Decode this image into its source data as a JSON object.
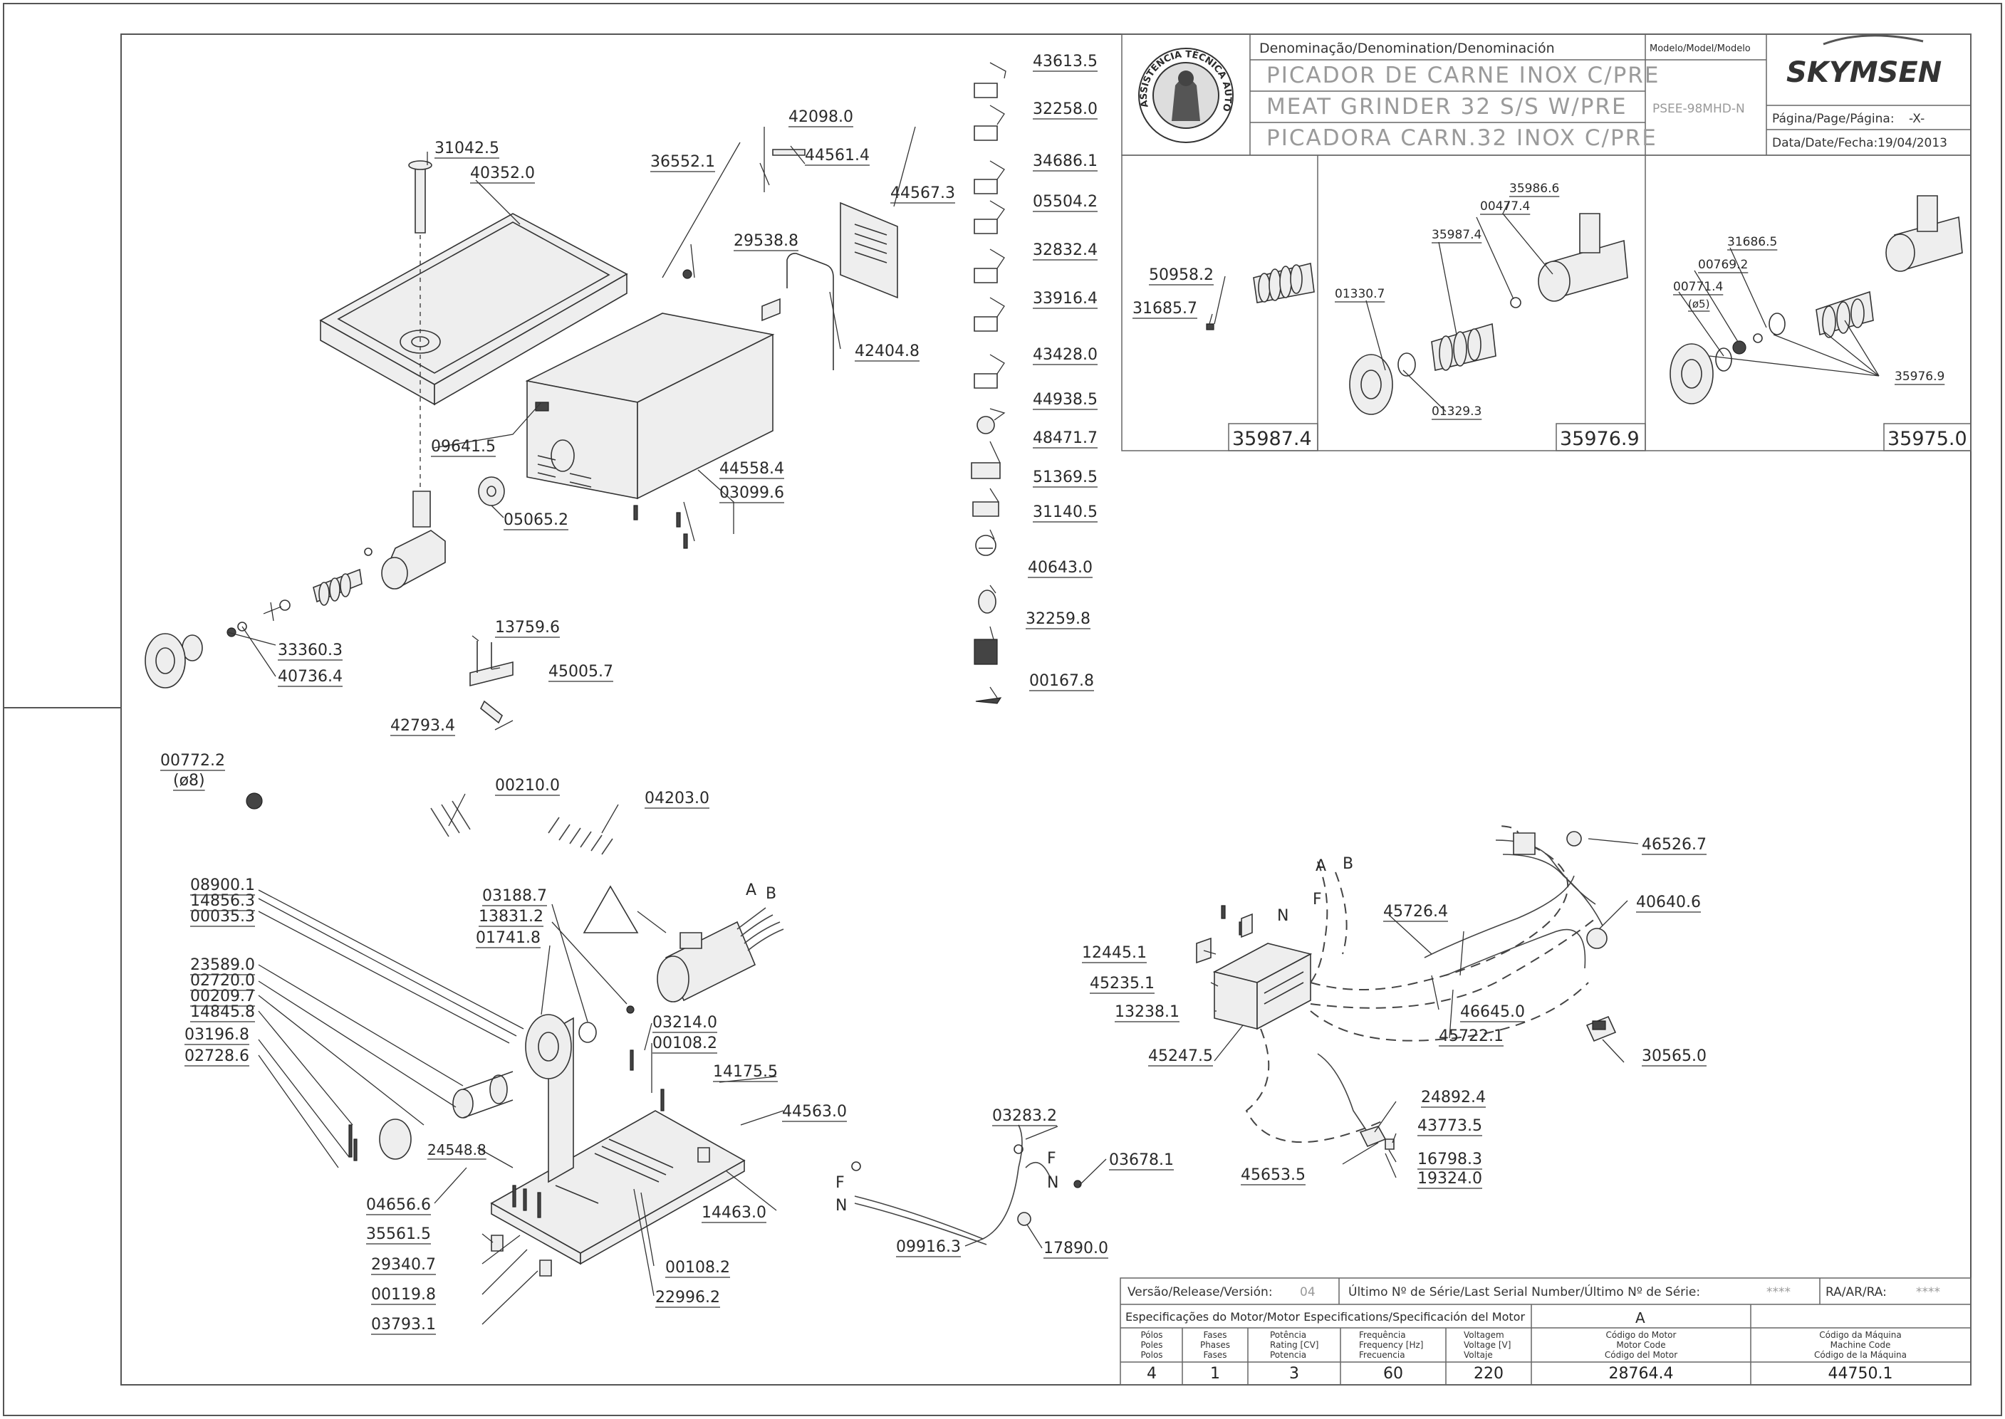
{
  "title_block": {
    "denomination_header": "Denominação/Denomination/Denominación",
    "name_pt": "PICADOR DE CARNE INOX C/PRE",
    "name_en": "MEAT GRINDER 32 S/S W/PRE",
    "name_es": "PICADORA CARN.32 INOX C/PRE",
    "model_header": "Modelo/Model/Modelo",
    "model_value": "PSEE-98MHD-N",
    "brand": "SKYMSEN",
    "page_label": "Página/Page/Página:",
    "page_value": "-X-",
    "date_label": "Data/Date/Fecha:",
    "date_value": "19/04/2013",
    "seal_text": "ASSISTÊNCIA TÉCNICA AUTORIZADA"
  },
  "variants": [
    {
      "code": "35987.4",
      "parts": [
        "50958.2",
        "31685.7"
      ]
    },
    {
      "code": "35976.9",
      "parts": [
        "35986.6",
        "00477.4",
        "35987.4",
        "01330.7",
        "01329.3"
      ]
    },
    {
      "code": "35975.0",
      "parts": [
        "31686.5",
        "00769.2",
        "00771.4",
        "(ø5)",
        "35976.9"
      ]
    }
  ],
  "parts": {
    "top_assembly": [
      "31042.5",
      "40352.0",
      "36552.1",
      "42098.0",
      "44561.4",
      "44567.3",
      "29538.8",
      "42404.8",
      "09641.5",
      "05065.2",
      "44558.4",
      "03099.6",
      "33360.3",
      "40736.4",
      "13759.6",
      "45005.7",
      "42793.4"
    ],
    "loose": [
      "00772.2",
      "(ø8)",
      "00210.0",
      "04203.0"
    ],
    "labels_column": [
      "43613.5",
      "32258.0",
      "34686.1",
      "05504.2",
      "32832.4",
      "33916.4",
      "43428.0",
      "44938.5",
      "48471.7",
      "51369.5",
      "31140.5",
      "40643.0",
      "32259.8",
      "00167.8"
    ],
    "motor_assembly": [
      "08900.1",
      "14856.3",
      "00035.3",
      "23589.0",
      "02720.0",
      "00209.7",
      "14845.8",
      "03196.8",
      "02728.6",
      "03188.7",
      "13831.2",
      "01741.8",
      "03214.0",
      "00108.2",
      "14175.5",
      "44563.0",
      "24548.8",
      "04656.6",
      "35561.5",
      "29340.7",
      "00119.8",
      "03793.1",
      "00108.2",
      "22996.2",
      "14463.0"
    ],
    "motor_letters": [
      "A",
      "B"
    ],
    "cable_assembly": [
      "03283.2",
      "03678.1",
      "09916.3",
      "17890.0"
    ],
    "cable_letters": [
      "F",
      "N",
      "F",
      "N"
    ],
    "electrical": [
      "46526.7",
      "40640.6",
      "45726.4",
      "12445.1",
      "45235.1",
      "13238.1",
      "46645.0",
      "45722.1",
      "45247.5",
      "30565.0",
      "24892.4",
      "43773.5",
      "16798.3",
      "19324.0",
      "45653.5"
    ],
    "electrical_letters": [
      "A",
      "B",
      "N",
      "F"
    ]
  },
  "info_table": {
    "release_label": "Versão/Release/Versión:",
    "release_value": "04",
    "serial_label": "Último Nº de Série/Last Serial Number/Último Nº de Série:",
    "serial_value": "****",
    "ra_label": "RA/AR/RA:",
    "ra_value": "****",
    "motor_spec_label": "Especificações do Motor/Motor Especifications/Specificación del Motor",
    "motor_letter": "A",
    "headers": [
      [
        "Pólos",
        "Poles",
        "Polos"
      ],
      [
        "Fases",
        "Phases",
        "Fases"
      ],
      [
        "Potência",
        "Rating [CV]",
        "Potencia"
      ],
      [
        "Frequência",
        "Frequency [Hz]",
        "Frecuencia"
      ],
      [
        "Voltagem",
        "Voltage [V]",
        "Voltaje"
      ],
      [
        "Código do Motor",
        "Motor Code",
        "Código del Motor"
      ],
      [
        "Código da Máquina",
        "Machine Code",
        "Código de la Máquina"
      ]
    ],
    "values": [
      "4",
      "1",
      "3",
      "60",
      "220",
      "28764.4",
      "44750.1"
    ]
  }
}
